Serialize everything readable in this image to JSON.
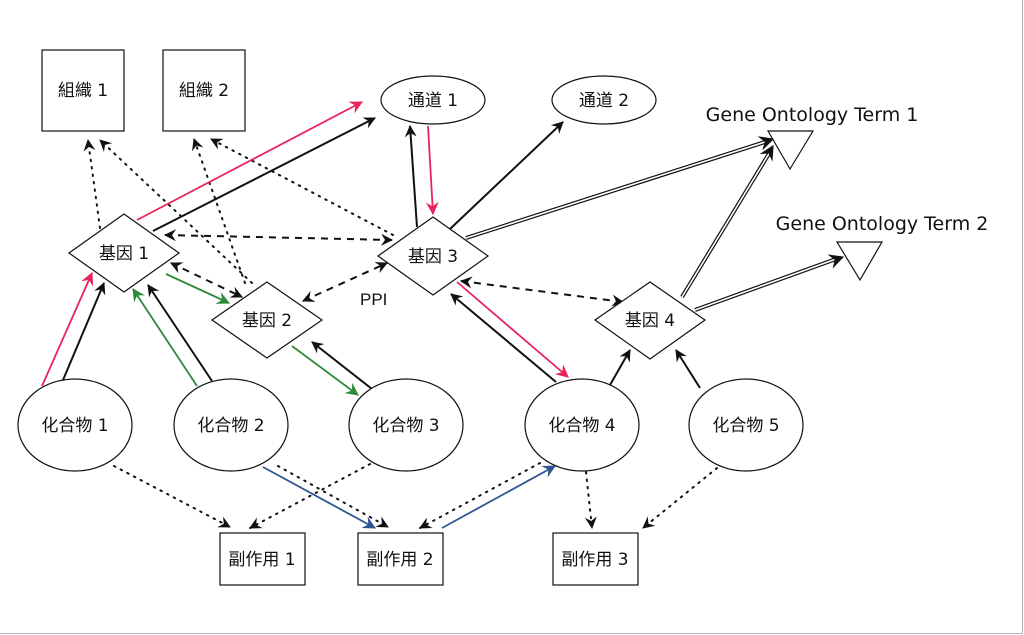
{
  "diagram": {
    "colors": {
      "black": "#111111",
      "red": "#e8245a",
      "green": "#2e8b3a",
      "blue": "#2f5593"
    },
    "nodes": {
      "tissue1": {
        "label": "組織 1",
        "type": "tissue"
      },
      "tissue2": {
        "label": "組織 2",
        "type": "tissue"
      },
      "pathway1": {
        "label": "通道 1",
        "type": "pathway"
      },
      "pathway2": {
        "label": "通道 2",
        "type": "pathway"
      },
      "go1": {
        "label": "Gene Ontology Term 1",
        "type": "go-term"
      },
      "go2": {
        "label": "Gene Ontology Term 2",
        "type": "go-term"
      },
      "gene1": {
        "label": "基因 1",
        "type": "gene"
      },
      "gene2": {
        "label": "基因 2",
        "type": "gene"
      },
      "gene3": {
        "label": "基因 3",
        "type": "gene"
      },
      "gene4": {
        "label": "基因 4",
        "type": "gene"
      },
      "compound1": {
        "label": "化合物 1",
        "type": "compound"
      },
      "compound2": {
        "label": "化合物 2",
        "type": "compound"
      },
      "compound3": {
        "label": "化合物 3",
        "type": "compound"
      },
      "compound4": {
        "label": "化合物 4",
        "type": "compound"
      },
      "compound5": {
        "label": "化合物 5",
        "type": "compound"
      },
      "sideeffect1": {
        "label": "副作用 1",
        "type": "side-effect"
      },
      "sideeffect2": {
        "label": "副作用 2",
        "type": "side-effect"
      },
      "sideeffect3": {
        "label": "副作用 3",
        "type": "side-effect"
      }
    },
    "ppi_label": "PPI",
    "edges": [
      {
        "from": "gene1",
        "to": "tissue1",
        "style": "dotted",
        "color": "black"
      },
      {
        "from": "gene2",
        "to": "tissue1",
        "style": "dotted",
        "color": "black"
      },
      {
        "from": "gene2",
        "to": "tissue2",
        "style": "dotted",
        "color": "black"
      },
      {
        "from": "gene3",
        "to": "tissue2",
        "style": "dotted",
        "color": "black"
      },
      {
        "from": "gene1",
        "to": "pathway1",
        "style": "solid",
        "color": "red"
      },
      {
        "from": "gene1",
        "to": "pathway1",
        "style": "solid",
        "color": "black"
      },
      {
        "from": "gene3",
        "to": "pathway1",
        "style": "solid",
        "color": "black"
      },
      {
        "from": "pathway1",
        "to": "gene3",
        "style": "solid",
        "color": "red"
      },
      {
        "from": "gene3",
        "to": "pathway2",
        "style": "solid",
        "color": "black"
      },
      {
        "from": "gene3",
        "to": "go1",
        "style": "double",
        "color": "black"
      },
      {
        "from": "gene4",
        "to": "go1",
        "style": "double",
        "color": "black"
      },
      {
        "from": "gene4",
        "to": "go2",
        "style": "double",
        "color": "black"
      },
      {
        "from": "gene1",
        "to": "gene3",
        "style": "dashed-bidirectional",
        "color": "black"
      },
      {
        "from": "gene1",
        "to": "gene2",
        "style": "dashed-bidirectional",
        "color": "black"
      },
      {
        "from": "gene2",
        "to": "gene3",
        "style": "dashed-bidirectional",
        "color": "black"
      },
      {
        "from": "gene3",
        "to": "gene4",
        "style": "dashed-bidirectional",
        "color": "black"
      },
      {
        "from": "gene1",
        "to": "gene2",
        "style": "solid",
        "color": "green"
      },
      {
        "from": "compound1",
        "to": "gene1",
        "style": "solid",
        "color": "red"
      },
      {
        "from": "compound1",
        "to": "gene1",
        "style": "solid",
        "color": "black"
      },
      {
        "from": "compound2",
        "to": "gene1",
        "style": "solid",
        "color": "green"
      },
      {
        "from": "compound2",
        "to": "gene1",
        "style": "solid",
        "color": "black"
      },
      {
        "from": "gene2",
        "to": "compound3",
        "style": "solid",
        "color": "green"
      },
      {
        "from": "compound3",
        "to": "gene2",
        "style": "solid",
        "color": "black"
      },
      {
        "from": "gene3",
        "to": "compound4",
        "style": "solid",
        "color": "red"
      },
      {
        "from": "compound4",
        "to": "gene3",
        "style": "solid",
        "color": "black"
      },
      {
        "from": "compound4",
        "to": "gene4",
        "style": "solid",
        "color": "black"
      },
      {
        "from": "compound5",
        "to": "gene4",
        "style": "solid",
        "color": "black"
      },
      {
        "from": "compound1",
        "to": "sideeffect1",
        "style": "dotted",
        "color": "black"
      },
      {
        "from": "compound3",
        "to": "sideeffect1",
        "style": "dotted",
        "color": "black"
      },
      {
        "from": "compound2",
        "to": "sideeffect2",
        "style": "dotted",
        "color": "black"
      },
      {
        "from": "compound2",
        "to": "sideeffect2",
        "style": "solid",
        "color": "blue"
      },
      {
        "from": "compound4",
        "to": "sideeffect2",
        "style": "dotted",
        "color": "black"
      },
      {
        "from": "sideeffect2",
        "to": "compound4",
        "style": "solid",
        "color": "blue"
      },
      {
        "from": "compound4",
        "to": "sideeffect3",
        "style": "dotted",
        "color": "black"
      },
      {
        "from": "compound5",
        "to": "sideeffect3",
        "style": "dotted",
        "color": "black"
      }
    ]
  }
}
